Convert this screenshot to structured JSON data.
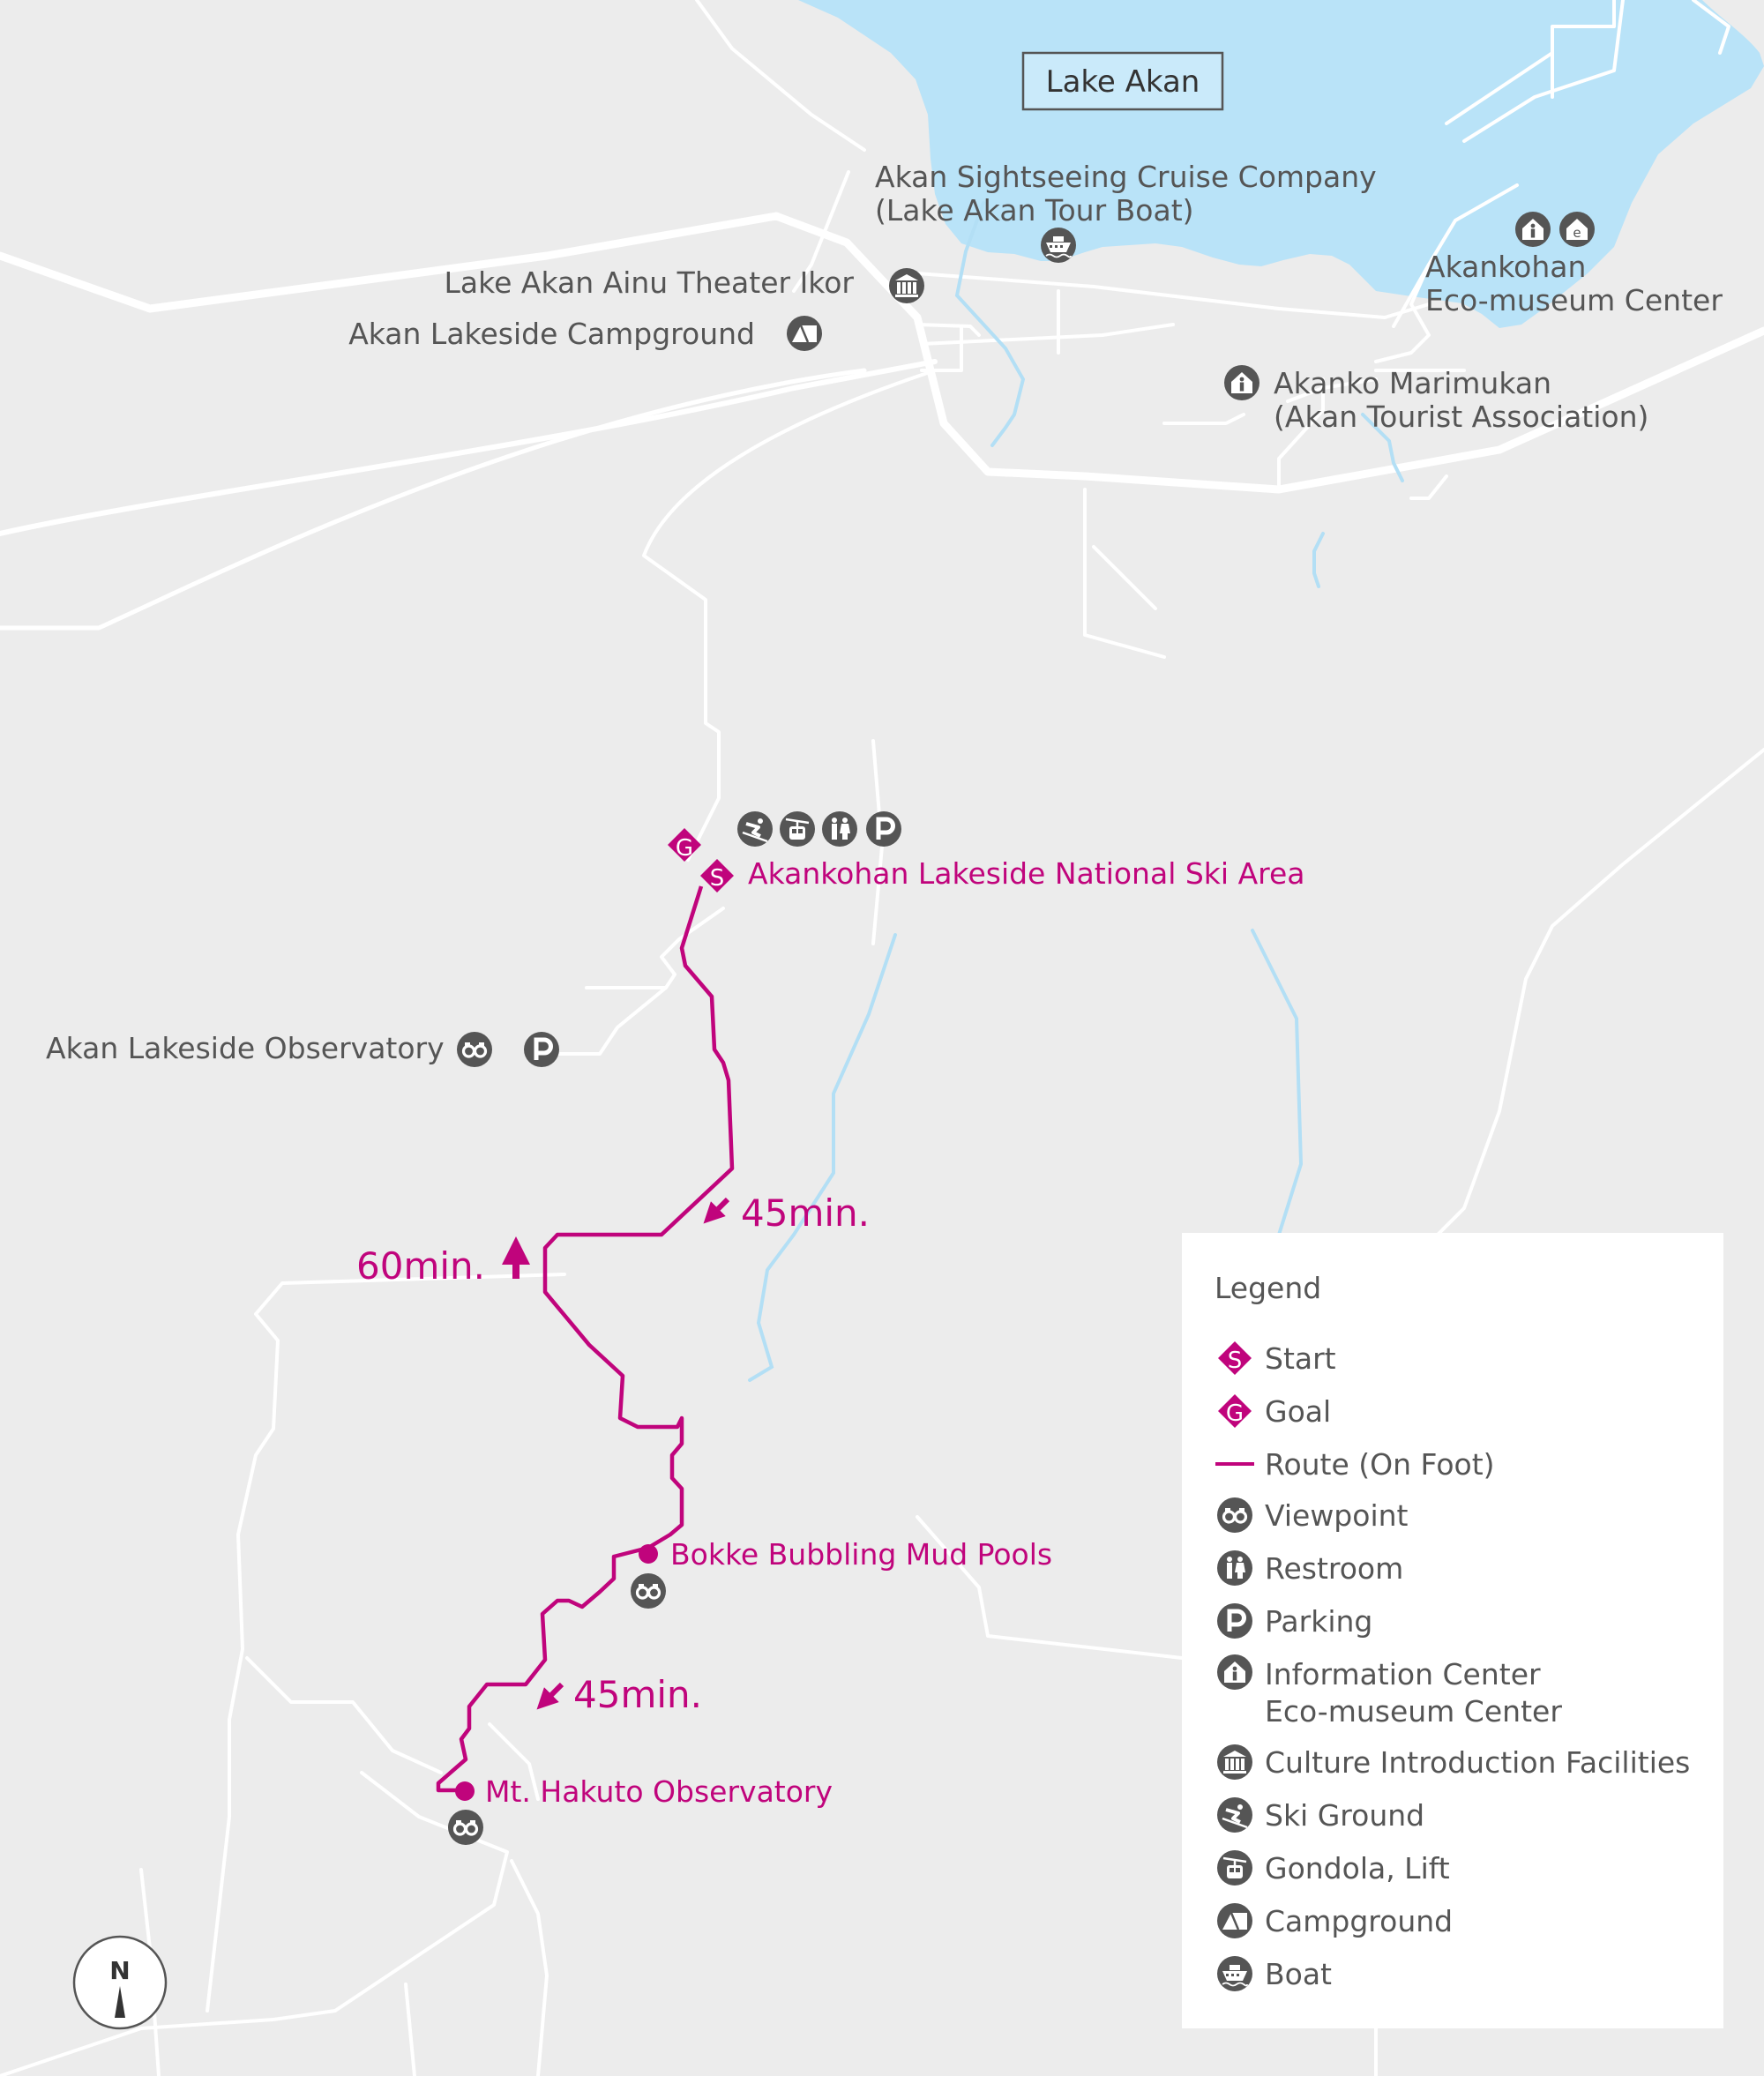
{
  "lake": {
    "name": "Lake Akan",
    "color": "#b9e3f8"
  },
  "colors": {
    "route": "#c0047c",
    "background": "#ececec",
    "road": "#ffffff",
    "icon": "#555555"
  },
  "places": {
    "cruise": {
      "line1": "Akan Sightseeing Cruise Company",
      "line2": "(Lake Akan Tour Boat)",
      "icon": "boat-icon"
    },
    "theater": {
      "name": "Lake Akan Ainu Theater Ikor",
      "icon": "culture-icon"
    },
    "campground": {
      "name": "Akan Lakeside Campground",
      "icon": "campground-icon"
    },
    "ecomuseum": {
      "line1": "Akankohan",
      "line2": "Eco-museum Center",
      "icons": [
        "information-icon",
        "eco-museum-icon"
      ]
    },
    "marimukan": {
      "line1": "Akanko Marimukan",
      "line2": "(Akan Tourist Association)",
      "icon": "information-icon"
    },
    "ski_area": {
      "name": "Akankohan Lakeside National Ski Area",
      "icons": [
        "ski-icon",
        "gondola-icon",
        "restroom-icon",
        "parking-icon"
      ]
    },
    "lakeside_observatory": {
      "name": "Akan Lakeside Observatory",
      "icons": [
        "viewpoint-icon",
        "parking-icon"
      ]
    },
    "bokke": {
      "name": "Bokke Bubbling Mud Pools",
      "icon": "viewpoint-icon"
    },
    "hakuto": {
      "name": "Mt. Hakuto Observatory",
      "icon": "viewpoint-icon"
    }
  },
  "markers": {
    "start": "S",
    "goal": "G"
  },
  "times": {
    "leg1": "45min.",
    "leg2": "45min.",
    "leg3": "60min."
  },
  "compass": {
    "label": "N"
  },
  "legend": {
    "title": "Legend",
    "items": [
      {
        "icon": "start-icon",
        "label": "Start"
      },
      {
        "icon": "goal-icon",
        "label": "Goal"
      },
      {
        "icon": "route-line",
        "label": "Route (On Foot)"
      },
      {
        "icon": "viewpoint-icon",
        "label": "Viewpoint"
      },
      {
        "icon": "restroom-icon",
        "label": "Restroom"
      },
      {
        "icon": "parking-icon",
        "label": "Parking"
      },
      {
        "icon": "information-icon",
        "label": "Information Center",
        "label2": "Eco-museum Center"
      },
      {
        "icon": "culture-icon",
        "label": "Culture Introduction Facilities"
      },
      {
        "icon": "ski-icon",
        "label": "Ski Ground"
      },
      {
        "icon": "gondola-icon",
        "label": "Gondola, Lift"
      },
      {
        "icon": "campground-icon",
        "label": "Campground"
      },
      {
        "icon": "boat-icon",
        "label": "Boat"
      }
    ]
  }
}
